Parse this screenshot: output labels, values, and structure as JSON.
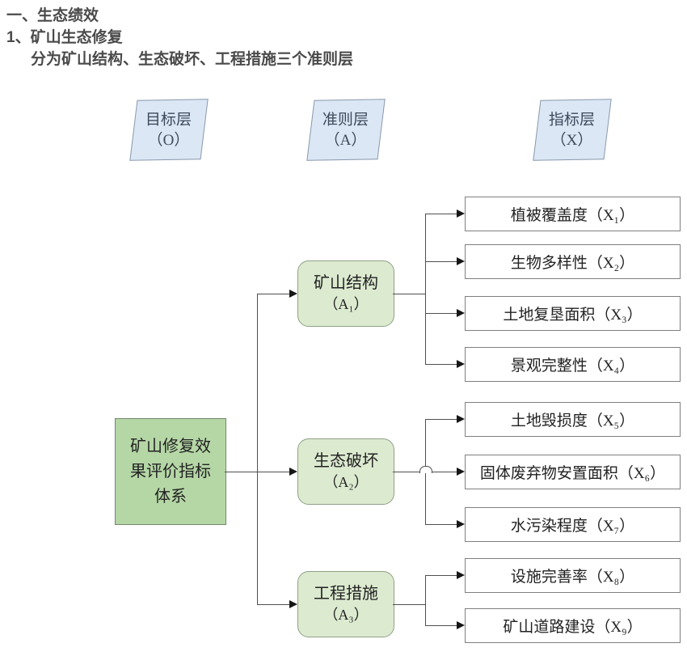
{
  "heading": {
    "line1": "一、生态绩效",
    "line2": "1、矿山生态修复",
    "line3": "分为矿山结构、生态破坏、工程措施三个准则层"
  },
  "diagram": {
    "layer_headers": [
      {
        "name": "目标层",
        "code": "（O）"
      },
      {
        "name": "准则层",
        "code": "（A）"
      },
      {
        "name": "指标层",
        "code": "（X）"
      }
    ],
    "goal_box": {
      "line1": "矿山修复效",
      "line2": "果评价指标",
      "line3": "体系"
    },
    "criteria_boxes": [
      {
        "name": "矿山结构",
        "code": "（A₁）"
      },
      {
        "name": "生态破坏",
        "code": "（A₂）"
      },
      {
        "name": "工程措施",
        "code": "（A₃）"
      }
    ],
    "indicator_boxes": [
      {
        "label": "植被覆盖度（X₁）"
      },
      {
        "label": "生物多样性（X₂）"
      },
      {
        "label": "土地复垦面积（X₃）"
      },
      {
        "label": "景观完整性（X₄）"
      },
      {
        "label": "土地毁损度（X₅）"
      },
      {
        "label": "固体废弃物安置面积（X₆）"
      },
      {
        "label": "水污染程度（X₇）"
      },
      {
        "label": "设施完善率（X₈）"
      },
      {
        "label": "矿山道路建设（X₉）"
      }
    ],
    "colors": {
      "goal_fill": "#b5d7a6",
      "criteria_fill": "#dcead0",
      "layer_header_fill": "#dbe7f4",
      "indicator_fill": "#ffffff",
      "box_border": "#7f7f7f",
      "connector_line": "#4f4f4f",
      "heading_text": "#4a4a4a"
    }
  }
}
